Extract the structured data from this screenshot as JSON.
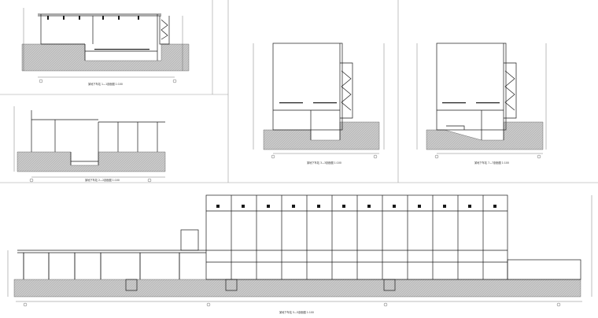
{
  "sheet": {
    "frame_color": "#9a9a9a",
    "line_color": "#1a1a1a",
    "hatch_color": "#b5b5b5",
    "panels": [
      {
        "id": "p1",
        "caption": "某地下车站 1—1剖面图 1:100"
      },
      {
        "id": "p2",
        "caption": "某地下车站 2—2剖面图 1:100"
      },
      {
        "id": "p3",
        "caption": "某地下车站 3—3剖面图 1:100"
      },
      {
        "id": "p4",
        "caption": "某地下车站 7—7剖面图 1:100"
      },
      {
        "id": "p5",
        "caption": "某地下车站 5—5剖面图 1:100"
      }
    ]
  }
}
